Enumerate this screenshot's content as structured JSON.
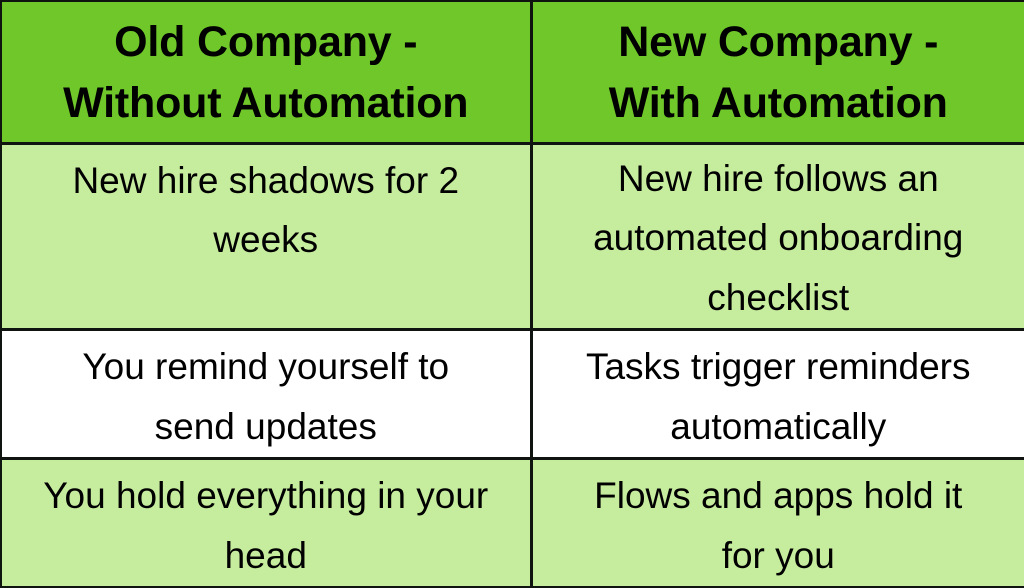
{
  "table": {
    "type": "comparison-table",
    "columns": 2,
    "rows": 4,
    "colors": {
      "header_background": "#6FC72A",
      "row_shaded_background": "#C6EC9E",
      "row_plain_background": "#FFFFFF",
      "border": "#101410",
      "text": "#000000"
    },
    "header": [
      "Old Company -\nWithout Automation",
      "New Company -\nWith Automation"
    ],
    "body": [
      [
        "New hire shadows for 2\nweeks",
        "New hire follows an\nautomated onboarding\nchecklist"
      ],
      [
        "You remind yourself to\nsend updates",
        "Tasks trigger reminders\nautomatically"
      ],
      [
        "You hold everything in your\nhead",
        "Flows and apps hold it\nfor you"
      ]
    ]
  }
}
